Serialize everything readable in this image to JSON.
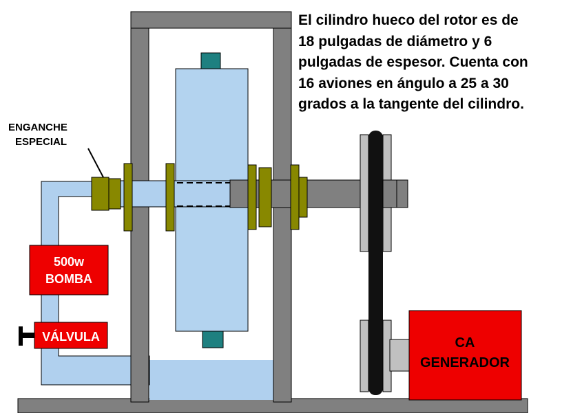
{
  "description": {
    "lines": [
      "El cilindro hueco del rotor es de",
      "18 pulgadas de diámetro y 6",
      "pulgadas de espesor. Cuenta con",
      "16 aviones en ángulo a 25 a 30",
      "grados a la tangente del cilindro."
    ]
  },
  "labels": {
    "coupling": [
      "ENGANCHE",
      "ESPECIAL"
    ],
    "pump": [
      "500w",
      "BOMBA"
    ],
    "valve": "VÁLVULA",
    "generator": [
      "CA",
      "GENERADOR"
    ]
  },
  "colors": {
    "frame": "#808080",
    "water": "#b0d0ee",
    "rotor": "#b3d3ef",
    "collar": "#888800",
    "red": "#ee0000",
    "teal": "#1e8080",
    "belt": "#111111",
    "pulley": "#c0c0c0",
    "text_dark": "#000000",
    "text_label": "#000000",
    "text_red_label": "#ffffff"
  }
}
